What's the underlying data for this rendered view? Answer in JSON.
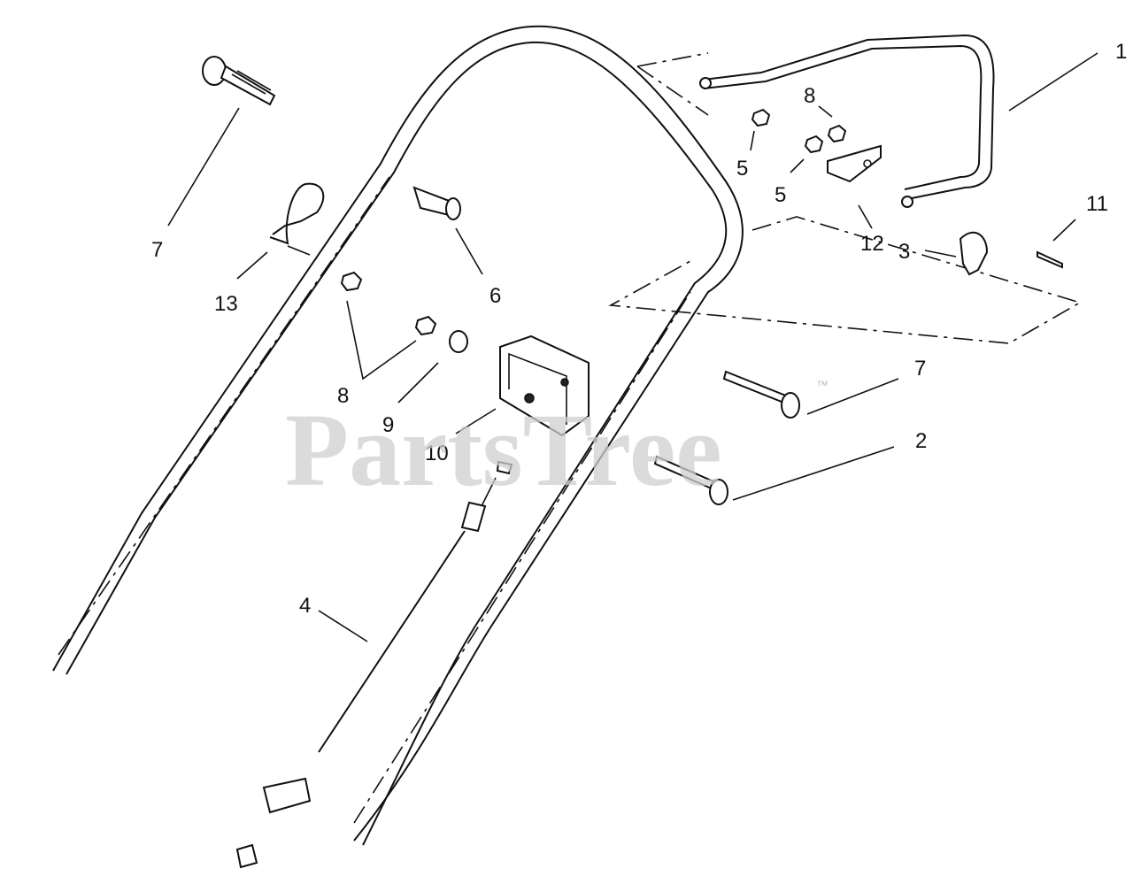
{
  "watermark": {
    "text": "PartsTree",
    "trademark": "™"
  },
  "callouts": {
    "c1": "1",
    "c2": "2",
    "c3": "3",
    "c4": "4",
    "c5a": "5",
    "c5b": "5",
    "c6": "6",
    "c7a": "7",
    "c7b": "7",
    "c8a": "8",
    "c8b": "8",
    "c9": "9",
    "c10": "10",
    "c11": "11",
    "c12": "12",
    "c13": "13"
  }
}
